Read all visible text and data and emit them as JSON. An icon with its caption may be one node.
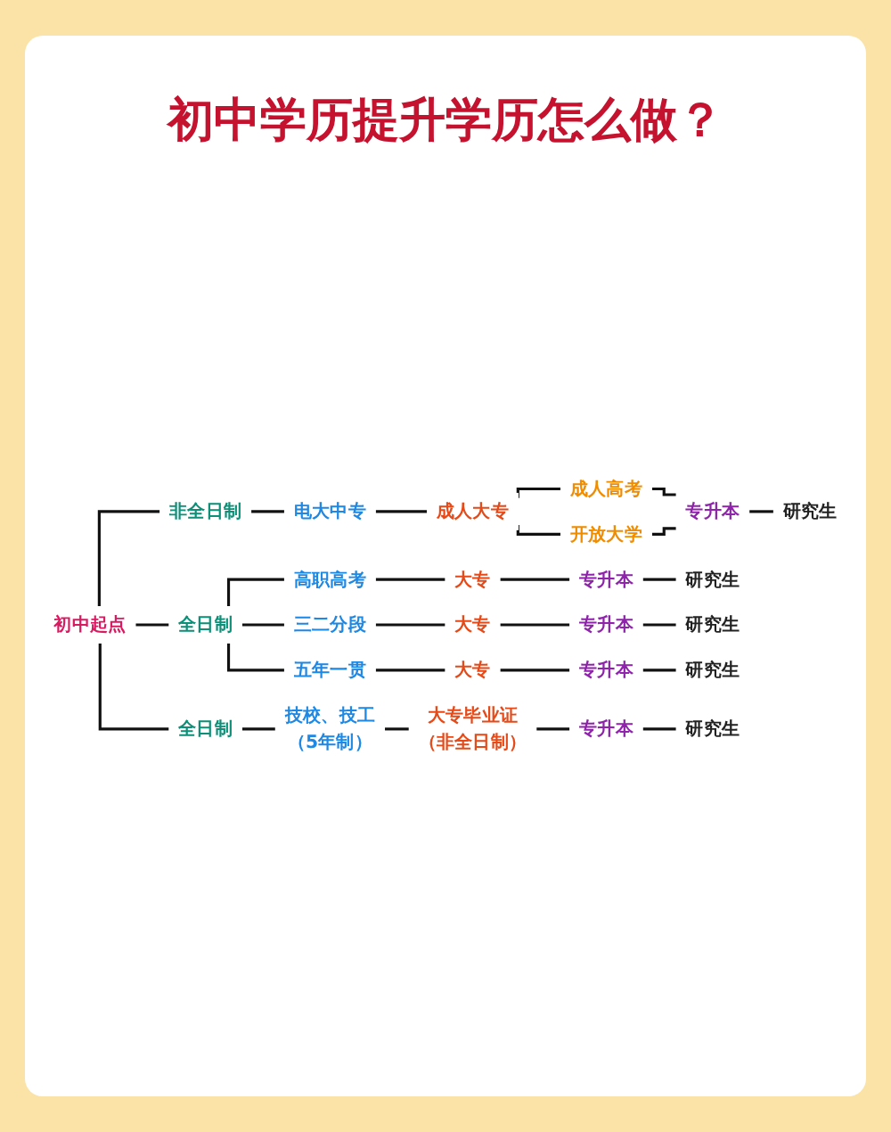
{
  "diagram": {
    "title": "初中学历提升学历怎么做？",
    "nodes": [
      {
        "text": [
          "初中起点"
        ]
      },
      {
        "text": [
          "非全日制"
        ]
      },
      {
        "text": [
          "电大中专"
        ]
      },
      {
        "text": [
          "成人大专"
        ]
      },
      {
        "text": [
          "成人高考"
        ]
      },
      {
        "text": [
          "开放大学"
        ]
      },
      {
        "text": [
          "专升本"
        ]
      },
      {
        "text": [
          "研究生"
        ]
      },
      {
        "text": [
          "全日制"
        ]
      },
      {
        "text": [
          "高职高考"
        ]
      },
      {
        "text": [
          "大专"
        ]
      },
      {
        "text": [
          "专升本"
        ]
      },
      {
        "text": [
          "研究生"
        ]
      },
      {
        "text": [
          "三二分段"
        ]
      },
      {
        "text": [
          "大专"
        ]
      },
      {
        "text": [
          "专升本"
        ]
      },
      {
        "text": [
          "研究生"
        ]
      },
      {
        "text": [
          "五年一贯"
        ]
      },
      {
        "text": [
          "大专"
        ]
      },
      {
        "text": [
          "专升本"
        ]
      },
      {
        "text": [
          "研究生"
        ]
      },
      {
        "text": [
          "全日制"
        ]
      },
      {
        "text": [
          "技校、技工",
          "（5年制）"
        ]
      },
      {
        "text": [
          "大专毕业证",
          "（非全日制）"
        ]
      },
      {
        "text": [
          "专升本"
        ]
      },
      {
        "text": [
          "研究生"
        ]
      }
    ],
    "edges": [
      {
        "from": 0,
        "to": 1,
        "arrow": "none"
      },
      {
        "from": 0,
        "to": 8,
        "arrow": "none"
      },
      {
        "from": 0,
        "to": 21,
        "arrow": "none"
      },
      {
        "from": 1,
        "to": 2,
        "arrow": "none"
      },
      {
        "from": 2,
        "to": 3,
        "arrow": "none"
      },
      {
        "from": 3,
        "to": 4,
        "arrow": "none"
      },
      {
        "from": 3,
        "to": 5,
        "arrow": "none"
      },
      {
        "from": 4,
        "to": 6,
        "arrow": "none"
      },
      {
        "from": 5,
        "to": 6,
        "arrow": "none"
      },
      {
        "from": 6,
        "to": 7,
        "arrow": "none"
      },
      {
        "from": 8,
        "to": 9,
        "arrow": "none"
      },
      {
        "from": 8,
        "to": 13,
        "arrow": "none"
      },
      {
        "from": 8,
        "to": 17,
        "arrow": "none"
      },
      {
        "from": 9,
        "to": 10,
        "arrow": "none"
      },
      {
        "from": 10,
        "to": 11,
        "arrow": "none"
      },
      {
        "from": 11,
        "to": 12,
        "arrow": "none"
      },
      {
        "from": 13,
        "to": 14,
        "arrow": "none"
      },
      {
        "from": 14,
        "to": 15,
        "arrow": "none"
      },
      {
        "from": 15,
        "to": 16,
        "arrow": "none"
      },
      {
        "from": 17,
        "to": 18,
        "arrow": "none"
      },
      {
        "from": 18,
        "to": 19,
        "arrow": "none"
      },
      {
        "from": 19,
        "to": 20,
        "arrow": "none"
      },
      {
        "from": 21,
        "to": 22,
        "arrow": "none"
      },
      {
        "from": 22,
        "to": 23,
        "arrow": "none"
      },
      {
        "from": 23,
        "to": 24,
        "arrow": "none"
      },
      {
        "from": 24,
        "to": 25,
        "arrow": "none"
      }
    ]
  }
}
